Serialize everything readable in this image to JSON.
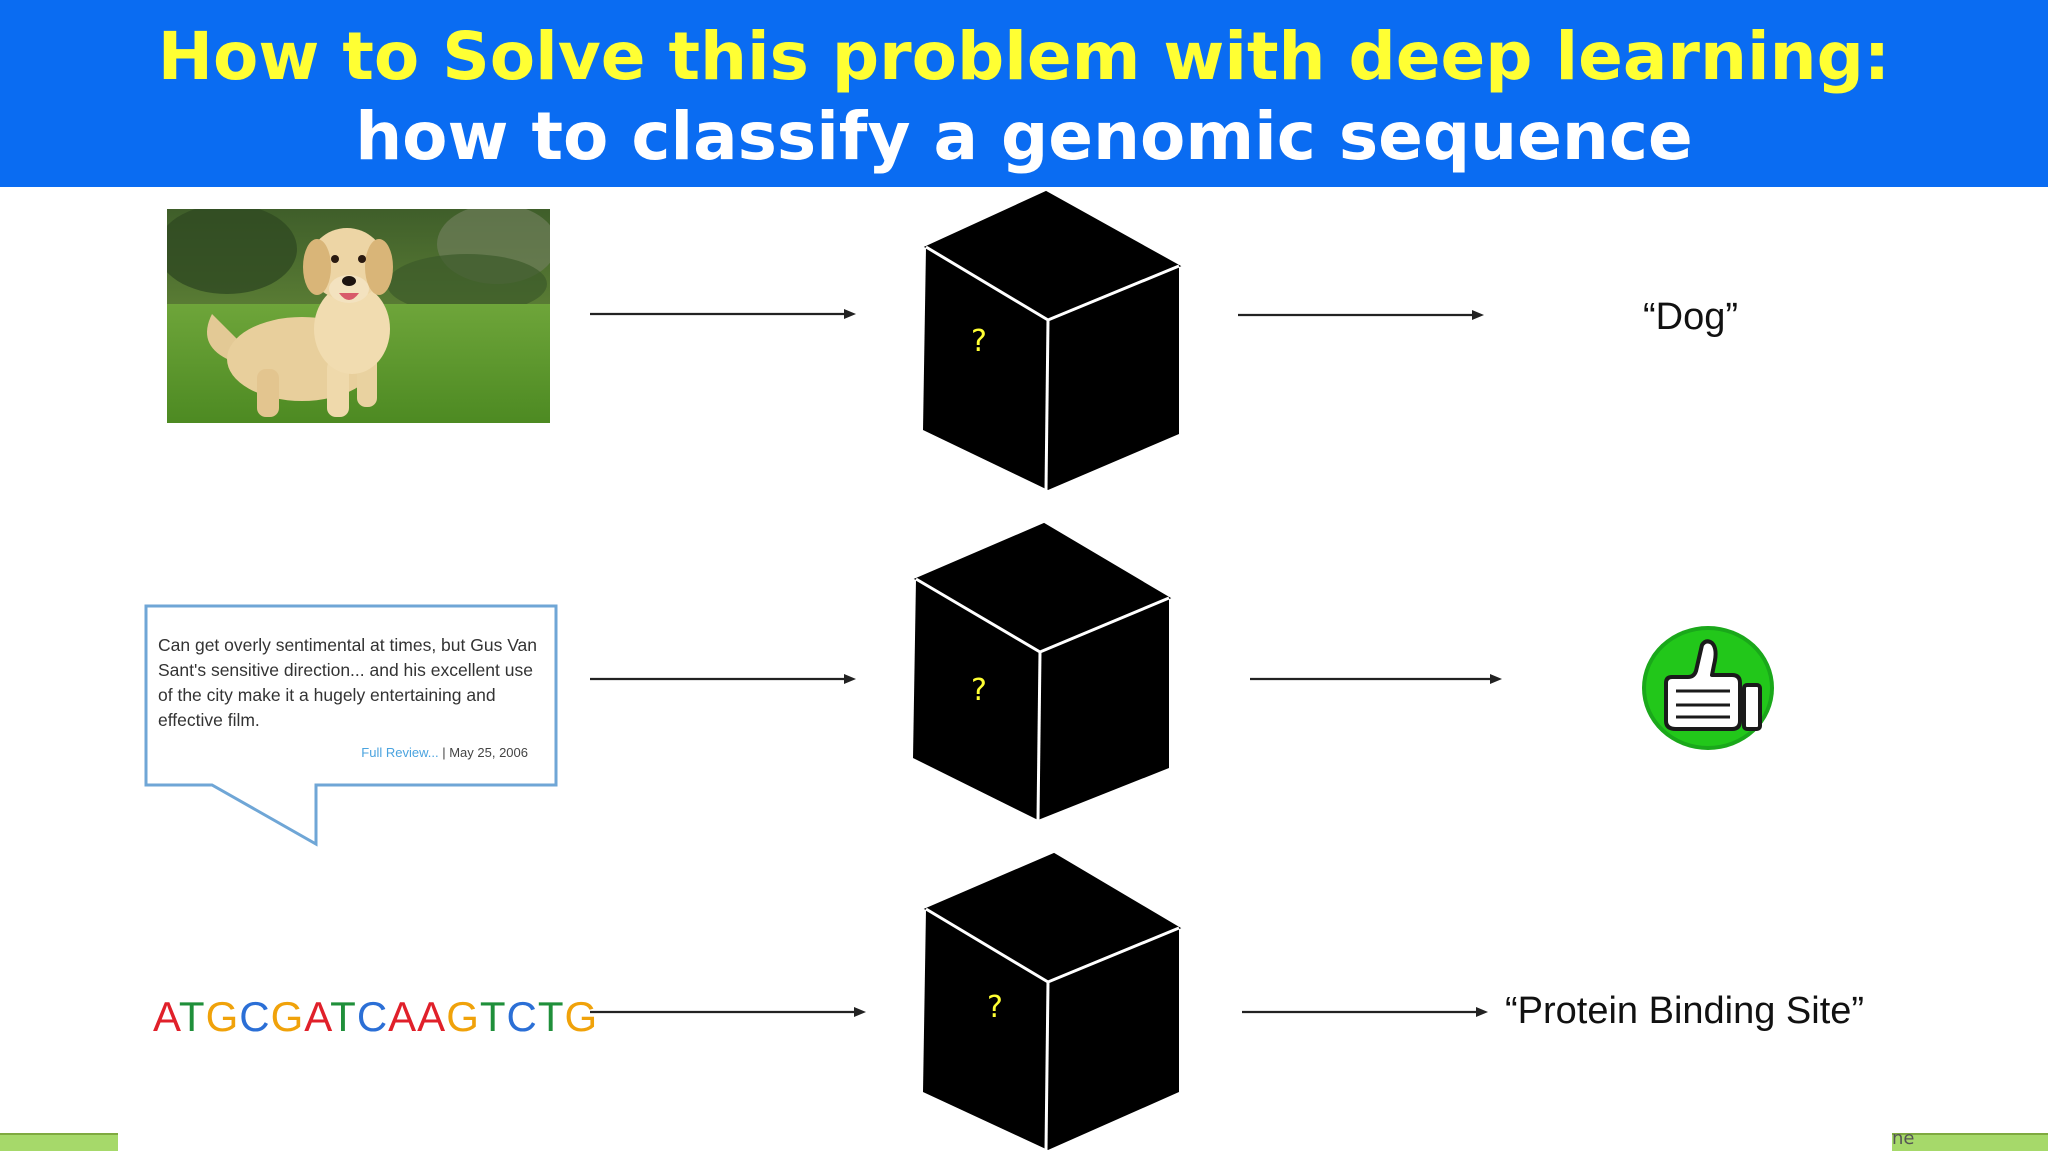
{
  "slide": {
    "title_line1": "How to Solve this problem with deep learning:",
    "title_line2": "how to classify a genomic sequence",
    "colors": {
      "header_bg": "#0a6cf2",
      "title_line1": "#ffff33",
      "title_line2": "#ffffff",
      "question_mark": "#ffff33",
      "thumb_circle": "#22c71a"
    }
  },
  "rows": [
    {
      "input_type": "image",
      "input_icon": "dog-photo",
      "box_label": "?",
      "output_label": "“Dog”"
    },
    {
      "input_type": "text-review",
      "review_text": "Can get overly sentimental at times, but Gus Van Sant's sensitive direction... and his excellent use of the city make it a hugely entertaining and effective film.",
      "review_link": "Full Review...",
      "review_separator": " | ",
      "review_date": "May 25, 2006",
      "box_label": "?",
      "output_icon": "thumbs-up-icon"
    },
    {
      "input_type": "dna-sequence",
      "dna_sequence": "ATGCGATCAAGTCTG",
      "box_label": "?",
      "output_label": "“Protein Binding Site”"
    }
  ],
  "footer": {
    "text": "ne"
  }
}
